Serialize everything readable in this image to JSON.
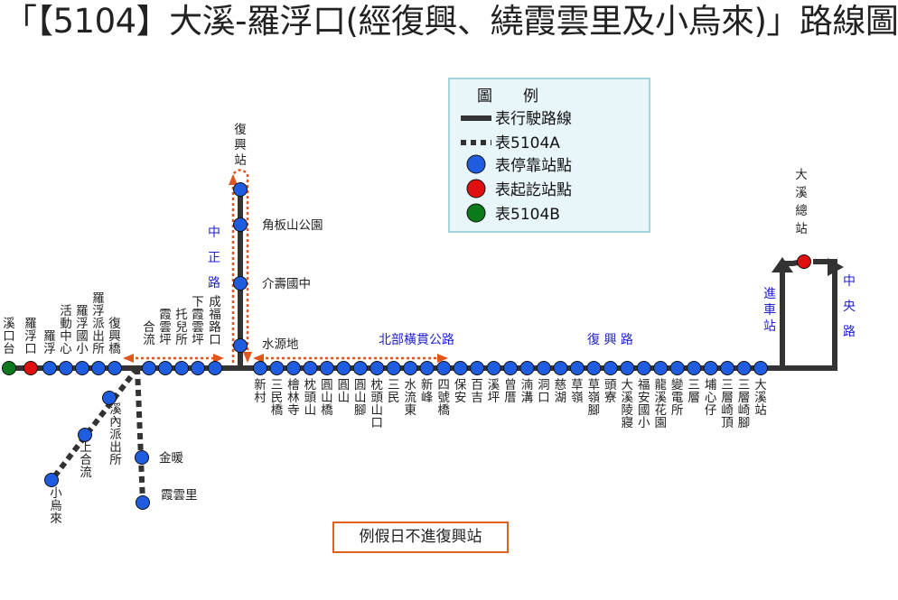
{
  "title": "「【5104】大溪-羅浮口(經復興、繞霞雲里及小烏來)」路線圖",
  "legend": {
    "header": "圖　　例",
    "items": [
      {
        "symbol": "solid-line",
        "label": "表行駛路線"
      },
      {
        "symbol": "dotted-line",
        "label": "表5104A"
      },
      {
        "symbol": "blue-dot",
        "label": "表停靠站點"
      },
      {
        "symbol": "red-dot",
        "label": "表起訖站點"
      },
      {
        "symbol": "green-dot",
        "label": "表5104B"
      }
    ]
  },
  "colors": {
    "route": "#333333",
    "stop": "#1f5ce0",
    "terminal": "#e01010",
    "branch_b": "#0a7a1a",
    "dotted_a": "#e05520",
    "road_label": "#2222cc",
    "legend_bg": "#e8f6fa"
  },
  "terminal_top": "大溪總站",
  "stops_bottom": [
    "新村",
    "三民橋",
    "檜林寺",
    "枕頭山",
    "圓山橋",
    "圓山",
    "圓山腳",
    "枕頭山口",
    "三民",
    "水流東",
    "新峰",
    "四號橋",
    "保安",
    "百吉",
    "溪坪",
    "曾厝",
    "湳溝",
    "洞口",
    "慈湖",
    "草嶺",
    "草嶺腳",
    "頭寮",
    "大溪陵寢",
    "福安國小",
    "龍溪花園",
    "變電所",
    "三層",
    "埔心仔",
    "三層崎頂",
    "三層崎腳",
    "大溪站"
  ],
  "stops_top_left": [
    "溪口台",
    "羅浮口",
    "羅浮",
    "活動中心",
    "羅浮國小",
    "羅浮派出所",
    "復興橋"
  ],
  "stops_top_mid": [
    "合流",
    "霞雲坪",
    "托兒所",
    "下霞雲坪",
    "成福路口"
  ],
  "stops_spur": [
    "復興站",
    "角板山公園",
    "介壽國中",
    "水源地"
  ],
  "stops_branch": [
    "溪內派出所",
    "上合流",
    "小烏來",
    "金暖",
    "霞雲里"
  ],
  "roads": {
    "zhongzheng": "中正路",
    "north_cross": "北部橫貫公路",
    "fuxing": "復 興 路",
    "jinche": "進車站",
    "zhongyang": "中央路"
  },
  "notice": "例假日不進復興站"
}
